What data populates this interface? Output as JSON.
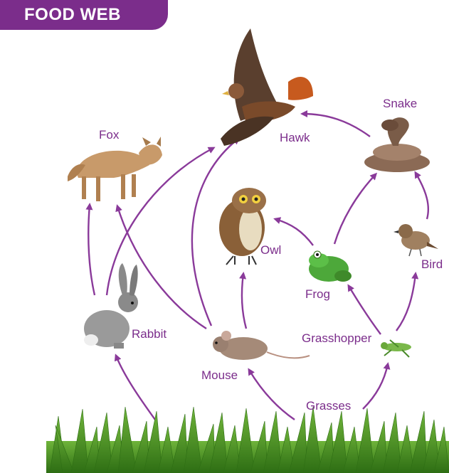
{
  "title": "FOOD WEB",
  "organisms": {
    "hawk": "Hawk",
    "snake": "Snake",
    "fox": "Fox",
    "owl": "Owl",
    "frog": "Frog",
    "bird": "Bird",
    "rabbit": "Rabbit",
    "grasshopper": "Grasshopper",
    "mouse": "Mouse",
    "grasses": "Grasses"
  },
  "colors": {
    "accent": "#7b2d8b",
    "arrow": "#8a3a9a",
    "grass": "#3f8a1e"
  },
  "edges": [
    [
      "grasses",
      "rabbit"
    ],
    [
      "grasses",
      "mouse"
    ],
    [
      "grasses",
      "grasshopper"
    ],
    [
      "rabbit",
      "fox"
    ],
    [
      "rabbit",
      "hawk"
    ],
    [
      "mouse",
      "fox"
    ],
    [
      "mouse",
      "hawk"
    ],
    [
      "mouse",
      "owl"
    ],
    [
      "frog",
      "owl"
    ],
    [
      "frog",
      "snake"
    ],
    [
      "grasshopper",
      "frog"
    ],
    [
      "grasshopper",
      "bird"
    ],
    [
      "bird",
      "snake"
    ],
    [
      "snake",
      "hawk"
    ]
  ]
}
